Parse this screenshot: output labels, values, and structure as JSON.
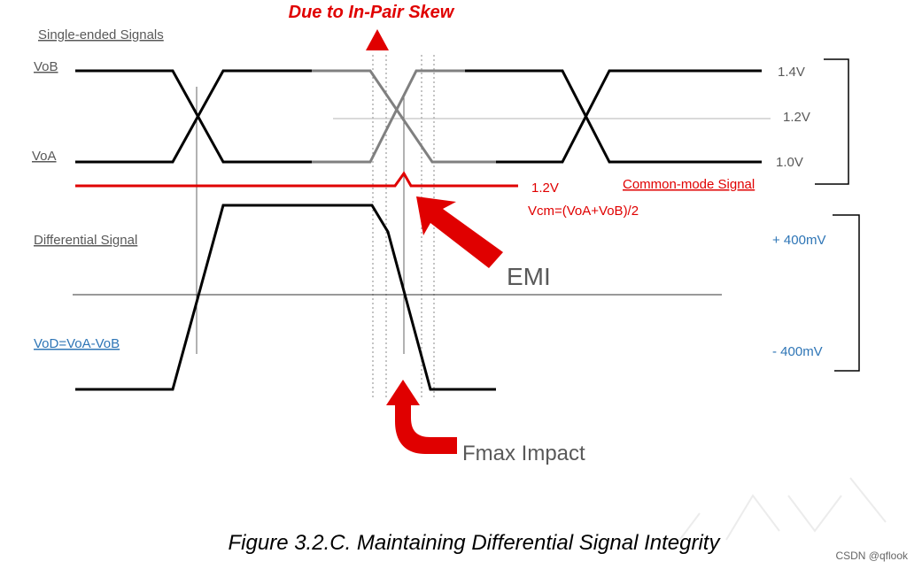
{
  "header": {
    "skew_label": "Due to In-Pair Skew"
  },
  "labels": {
    "single_ended": "Single-ended Signals",
    "vob": "VoB",
    "voa": "VoA",
    "differential": "Differential Signal",
    "vod": "VoD=VoA-VoB",
    "emi": "EMI",
    "fmax": "Fmax Impact"
  },
  "levels": {
    "v14": "1.4V",
    "v12": "1.2V",
    "v10": "1.0V",
    "cm_level": "1.2V",
    "pos_diff": "+ 400mV",
    "neg_diff": "- 400mV"
  },
  "common_mode": {
    "title": "Common-mode Signal",
    "formula": "Vcm=(VoA+VoB)/2"
  },
  "caption": "Figure 3.2.C. Maintaining Differential Signal Integrity",
  "watermark": {
    "credit": "CSDN @qflook"
  },
  "colors": {
    "signal": "#000000",
    "skewed_signal": "#808080",
    "accent_red": "#e00000",
    "blue_text": "#2e75b6",
    "gray_text": "#595959"
  }
}
